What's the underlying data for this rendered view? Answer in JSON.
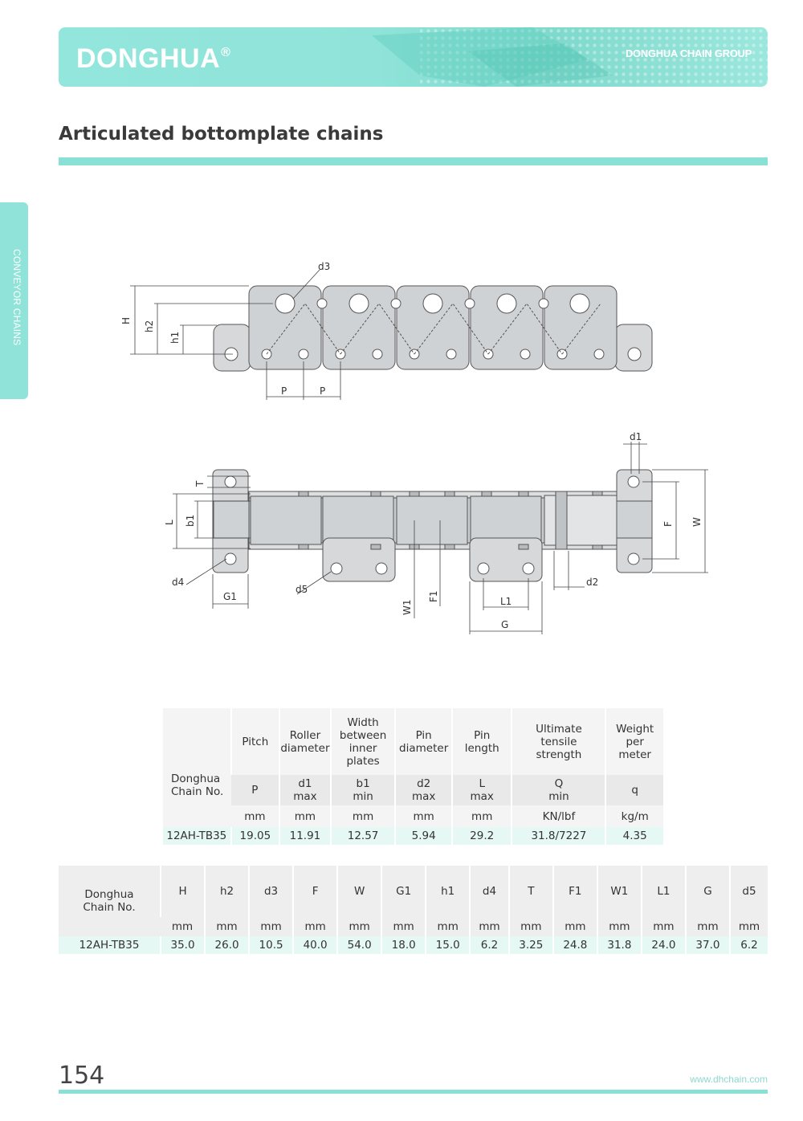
{
  "header": {
    "brand": "DONGHUA",
    "reg": "®",
    "group": "DONGHUA CHAIN GROUP"
  },
  "title": "Articulated bottomplate chains",
  "side_tab": "CONVEYOR CHAINS",
  "drawing_labels": {
    "d3": "d3",
    "H": "H",
    "h2": "h2",
    "h1": "h1",
    "P": "P",
    "d1": "d1",
    "T": "T",
    "L": "L",
    "b1": "b1",
    "F": "F",
    "W": "W",
    "d4": "d4",
    "G1": "G1",
    "d5": "d5",
    "W1": "W1",
    "F1": "F1",
    "d2": "d2",
    "L1": "L1",
    "G": "G"
  },
  "table1": {
    "name": "Donghua\nChain No.",
    "headers": [
      "Pitch",
      "Roller\ndiameter",
      "Width\nbetween\ninner plates",
      "Pin\ndiameter",
      "Pin\nlength",
      "Ultimate\ntensile\nstrength",
      "Weight\nper\nmeter"
    ],
    "symbols": [
      "P",
      "d1\nmax",
      "b1\nmin",
      "d2\nmax",
      "L\nmax",
      "Q\nmin",
      "q"
    ],
    "units": [
      "mm",
      "mm",
      "mm",
      "mm",
      "mm",
      "KN/lbf",
      "kg/m"
    ],
    "rows": [
      [
        "12AH-TB35",
        "19.05",
        "11.91",
        "12.57",
        "5.94",
        "29.2",
        "31.8/7227",
        "4.35"
      ]
    ]
  },
  "table2": {
    "name": "Donghua\nChain No.",
    "headers": [
      "H",
      "h2",
      "d3",
      "F",
      "W",
      "G1",
      "h1",
      "d4",
      "T",
      "F1",
      "W1",
      "L1",
      "G",
      "d5"
    ],
    "units": [
      "mm",
      "mm",
      "mm",
      "mm",
      "mm",
      "mm",
      "mm",
      "mm",
      "mm",
      "mm",
      "mm",
      "mm",
      "mm",
      "mm"
    ],
    "rows": [
      [
        "12AH-TB35",
        "35.0",
        "26.0",
        "10.5",
        "40.0",
        "54.0",
        "18.0",
        "15.0",
        "6.2",
        "3.25",
        "24.8",
        "31.8",
        "24.0",
        "37.0",
        "6.2"
      ]
    ]
  },
  "footer": {
    "page": "154",
    "url": "www.dhchain.com"
  }
}
